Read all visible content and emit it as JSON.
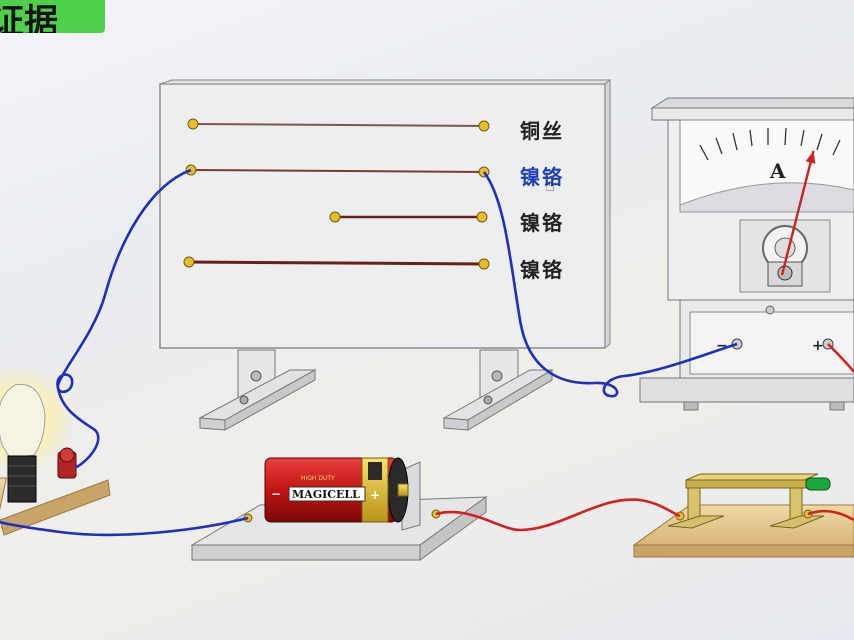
{
  "title": "证据",
  "board": {
    "wires": [
      {
        "label": "铜丝",
        "active": false
      },
      {
        "label": "镍铬",
        "active": true
      },
      {
        "label": "镍铬",
        "active": false
      },
      {
        "label": "镍铬",
        "active": false
      }
    ]
  },
  "ammeter": {
    "unit_label": "A",
    "neg_label": "−",
    "pos_label": "+",
    "needle_fraction": 0.62
  },
  "battery": {
    "brand": "MAGICELL",
    "small_text": "HIGH DUTY",
    "neg_label": "−",
    "pos_label": "+"
  },
  "colors": {
    "blue_wire": "#1d2fc4",
    "red_wire": "#d42020",
    "title_bg": "#4fd04a",
    "active_label": "#1f3fb8"
  }
}
